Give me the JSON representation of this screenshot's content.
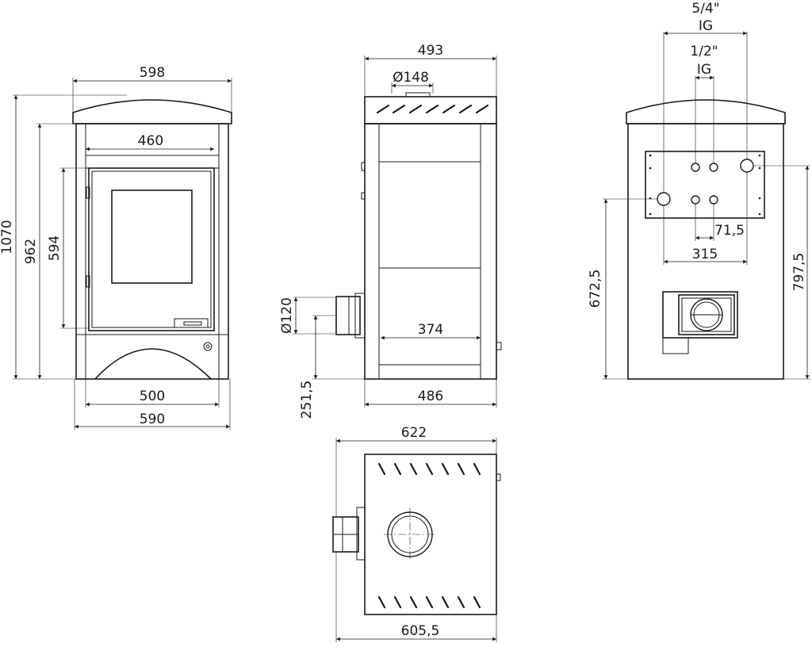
{
  "drawing": {
    "front_view": {
      "width_top": "598",
      "inner_width": "460",
      "height_total": "1070",
      "height_body": "962",
      "door_height": "594",
      "base_width": "500",
      "foot_width": "590"
    },
    "side_view": {
      "top_width": "493",
      "flue_diameter": "Ø148",
      "outlet_diameter": "Ø120",
      "outlet_height": "251,5",
      "panel_width": "374",
      "base_width": "486"
    },
    "rear_view": {
      "connector_large": "5/4\"",
      "connector_large_type": "IG",
      "connector_small": "1/2\"",
      "connector_small_type": "IG",
      "spacing_small": "71,5",
      "spacing_large": "315",
      "height_lower": "672,5",
      "height_upper": "797,5"
    },
    "top_view": {
      "width": "622",
      "depth": "605,5"
    }
  }
}
